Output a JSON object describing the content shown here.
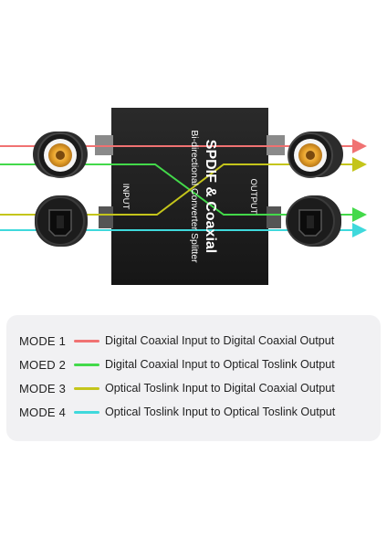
{
  "device": {
    "title": "SPDIF & Coaxial",
    "subtitle": "Bi-directional Converter Splitter",
    "input_label": "INPUT",
    "output_label": "OUTPUT"
  },
  "colors": {
    "red": "#f07272",
    "green": "#43d94a",
    "yellow": "#c4c51b",
    "cyan": "#3fd9dc",
    "box": "#1f1f1f"
  },
  "legend": {
    "items": [
      {
        "mode": "MODE 1",
        "color": "#f07272",
        "text": "Digital Coaxial Input to Digital Coaxial Output"
      },
      {
        "mode": "MOED 2",
        "color": "#43d94a",
        "text": "Digital Coaxial Input to Optical Toslink Output"
      },
      {
        "mode": "MODE 3",
        "color": "#c4c51b",
        "text": "Optical Toslink Input to Digital Coaxial Output"
      },
      {
        "mode": "MODE 4",
        "color": "#3fd9dc",
        "text": "Optical Toslink Input to Optical Toslink Output"
      }
    ]
  }
}
